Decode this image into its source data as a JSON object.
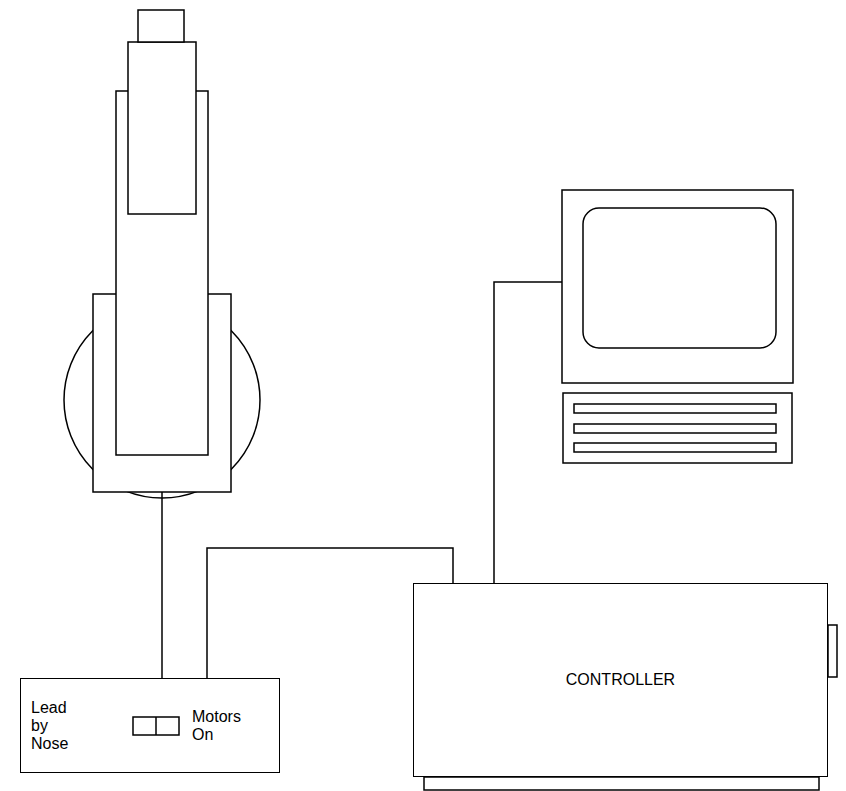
{
  "diagram": {
    "nodes": [
      {
        "text": [
          "Lead by Nose",
          "Motors On"
        ]
      },
      {
        "text": [
          "CONTROLLER"
        ]
      }
    ],
    "edges": [
      {
        "from": 0,
        "to": 1,
        "arrow": "none"
      }
    ]
  }
}
